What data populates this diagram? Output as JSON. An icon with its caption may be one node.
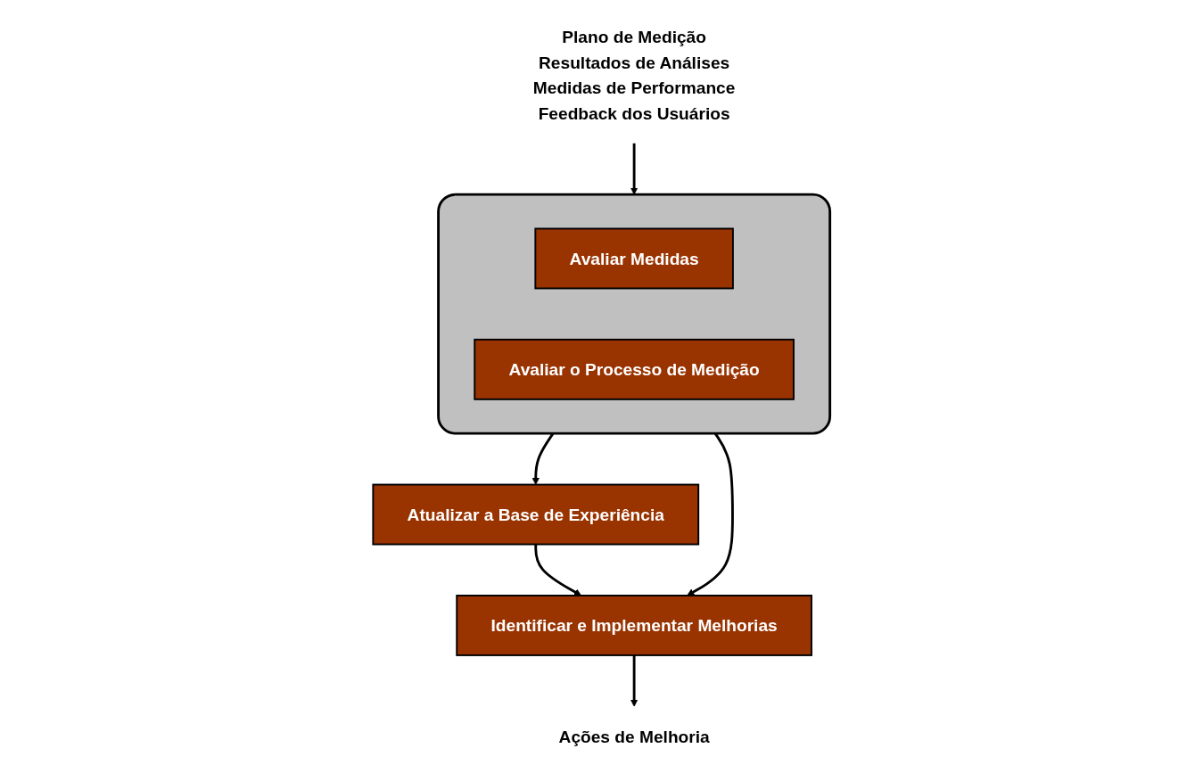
{
  "diagram": {
    "nodes": [
      {
        "text": [
          "Plano de Medição",
          "Resultados de Análises",
          "Medidas de Performance",
          "Feedback dos Usuários"
        ]
      },
      {
        "text": [],
        "shape": "box"
      },
      {
        "text": [
          "Avaliar Medidas"
        ],
        "in": 1
      },
      {
        "text": [
          "Avaliar o Processo de Medição"
        ],
        "in": 1
      },
      {
        "text": [
          "Atualizar a Base de Experiência"
        ]
      },
      {
        "text": [
          "Identificar e Implementar Melhorias"
        ]
      },
      {
        "text": [
          "Ações de Melhoria"
        ]
      }
    ],
    "edges": [
      {
        "from": 0,
        "to": 1,
        "arrow": "to"
      },
      {
        "from": 1,
        "to": 4,
        "arrow": "to"
      },
      {
        "from": 1,
        "to": 5,
        "arrow": "to"
      },
      {
        "from": 4,
        "to": 5,
        "arrow": "to"
      },
      {
        "from": 5,
        "to": 6,
        "arrow": "to"
      }
    ]
  }
}
